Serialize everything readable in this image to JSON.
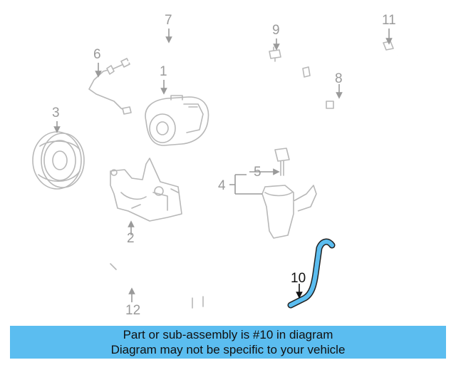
{
  "callouts": {
    "c1": "1",
    "c2": "2",
    "c3": "3",
    "c4": "4",
    "c5": "5",
    "c6": "6",
    "c7": "7",
    "c8": "8",
    "c9": "9",
    "c10": "10",
    "c11": "11",
    "c12": "12"
  },
  "highlight_color": "#5bbdf0",
  "banner": {
    "line1": "Part or sub-assembly is #10 in diagram",
    "line2": "Diagram may not be specific to your vehicle"
  }
}
